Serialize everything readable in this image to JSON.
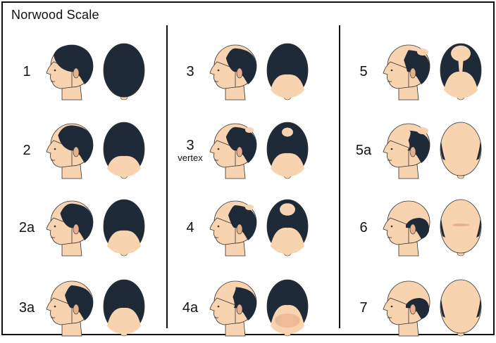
{
  "title": "Norwood Scale",
  "colors": {
    "hair": "#1e2a38",
    "skin": "#f7d3b0",
    "skin_shade": "#e8b08a",
    "outline": "#333333"
  },
  "columns": [
    {
      "stages": [
        {
          "id": "1",
          "label": "1",
          "sub": ""
        },
        {
          "id": "2",
          "label": "2",
          "sub": ""
        },
        {
          "id": "2a",
          "label": "2a",
          "sub": ""
        },
        {
          "id": "3a",
          "label": "3a",
          "sub": ""
        }
      ]
    },
    {
      "stages": [
        {
          "id": "3",
          "label": "3",
          "sub": ""
        },
        {
          "id": "3v",
          "label": "3",
          "sub": "vertex"
        },
        {
          "id": "4",
          "label": "4",
          "sub": ""
        },
        {
          "id": "4a",
          "label": "4a",
          "sub": ""
        }
      ]
    },
    {
      "stages": [
        {
          "id": "5",
          "label": "5",
          "sub": ""
        },
        {
          "id": "5a",
          "label": "5a",
          "sub": ""
        },
        {
          "id": "6",
          "label": "6",
          "sub": ""
        },
        {
          "id": "7",
          "label": "7",
          "sub": ""
        }
      ]
    }
  ]
}
